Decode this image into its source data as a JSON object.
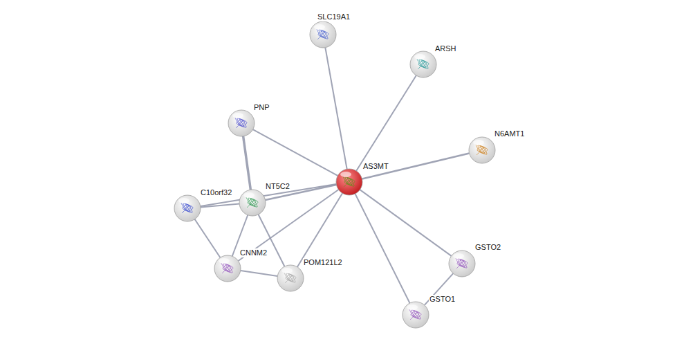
{
  "diagram": {
    "nodes": [
      {
        "text": [
          "SLC19A1"
        ]
      },
      {
        "text": [
          "ARSH"
        ]
      },
      {
        "text": [
          "PNP"
        ]
      },
      {
        "text": [
          "N6AMT1"
        ]
      },
      {
        "text": [
          "AS3MT"
        ]
      },
      {
        "text": [
          "NT5C2"
        ]
      },
      {
        "text": [
          "C10orf32"
        ]
      },
      {
        "text": [
          "GSTO2"
        ]
      },
      {
        "text": [
          "CNNM2"
        ]
      },
      {
        "text": [
          "POM121L2"
        ]
      },
      {
        "text": [
          "GSTO1"
        ]
      }
    ],
    "edges": [
      {
        "from": 4,
        "to": 0,
        "arrow": "none"
      },
      {
        "from": 4,
        "to": 1,
        "arrow": "none"
      },
      {
        "from": 4,
        "to": 3,
        "arrow": "none"
      },
      {
        "from": 4,
        "to": 2,
        "arrow": "none"
      },
      {
        "from": 4,
        "to": 5,
        "arrow": "none"
      },
      {
        "from": 4,
        "to": 6,
        "arrow": "none"
      },
      {
        "from": 4,
        "to": 8,
        "arrow": "none"
      },
      {
        "from": 4,
        "to": 9,
        "arrow": "none"
      },
      {
        "from": 4,
        "to": 7,
        "arrow": "none"
      },
      {
        "from": 4,
        "to": 10,
        "arrow": "none"
      },
      {
        "from": 2,
        "to": 5,
        "arrow": "none"
      },
      {
        "from": 6,
        "to": 5,
        "arrow": "none"
      },
      {
        "from": 6,
        "to": 8,
        "arrow": "none"
      },
      {
        "from": 5,
        "to": 8,
        "arrow": "none"
      },
      {
        "from": 5,
        "to": 9,
        "arrow": "none"
      },
      {
        "from": 8,
        "to": 9,
        "arrow": "none"
      },
      {
        "from": 7,
        "to": 10,
        "arrow": "none"
      }
    ]
  }
}
